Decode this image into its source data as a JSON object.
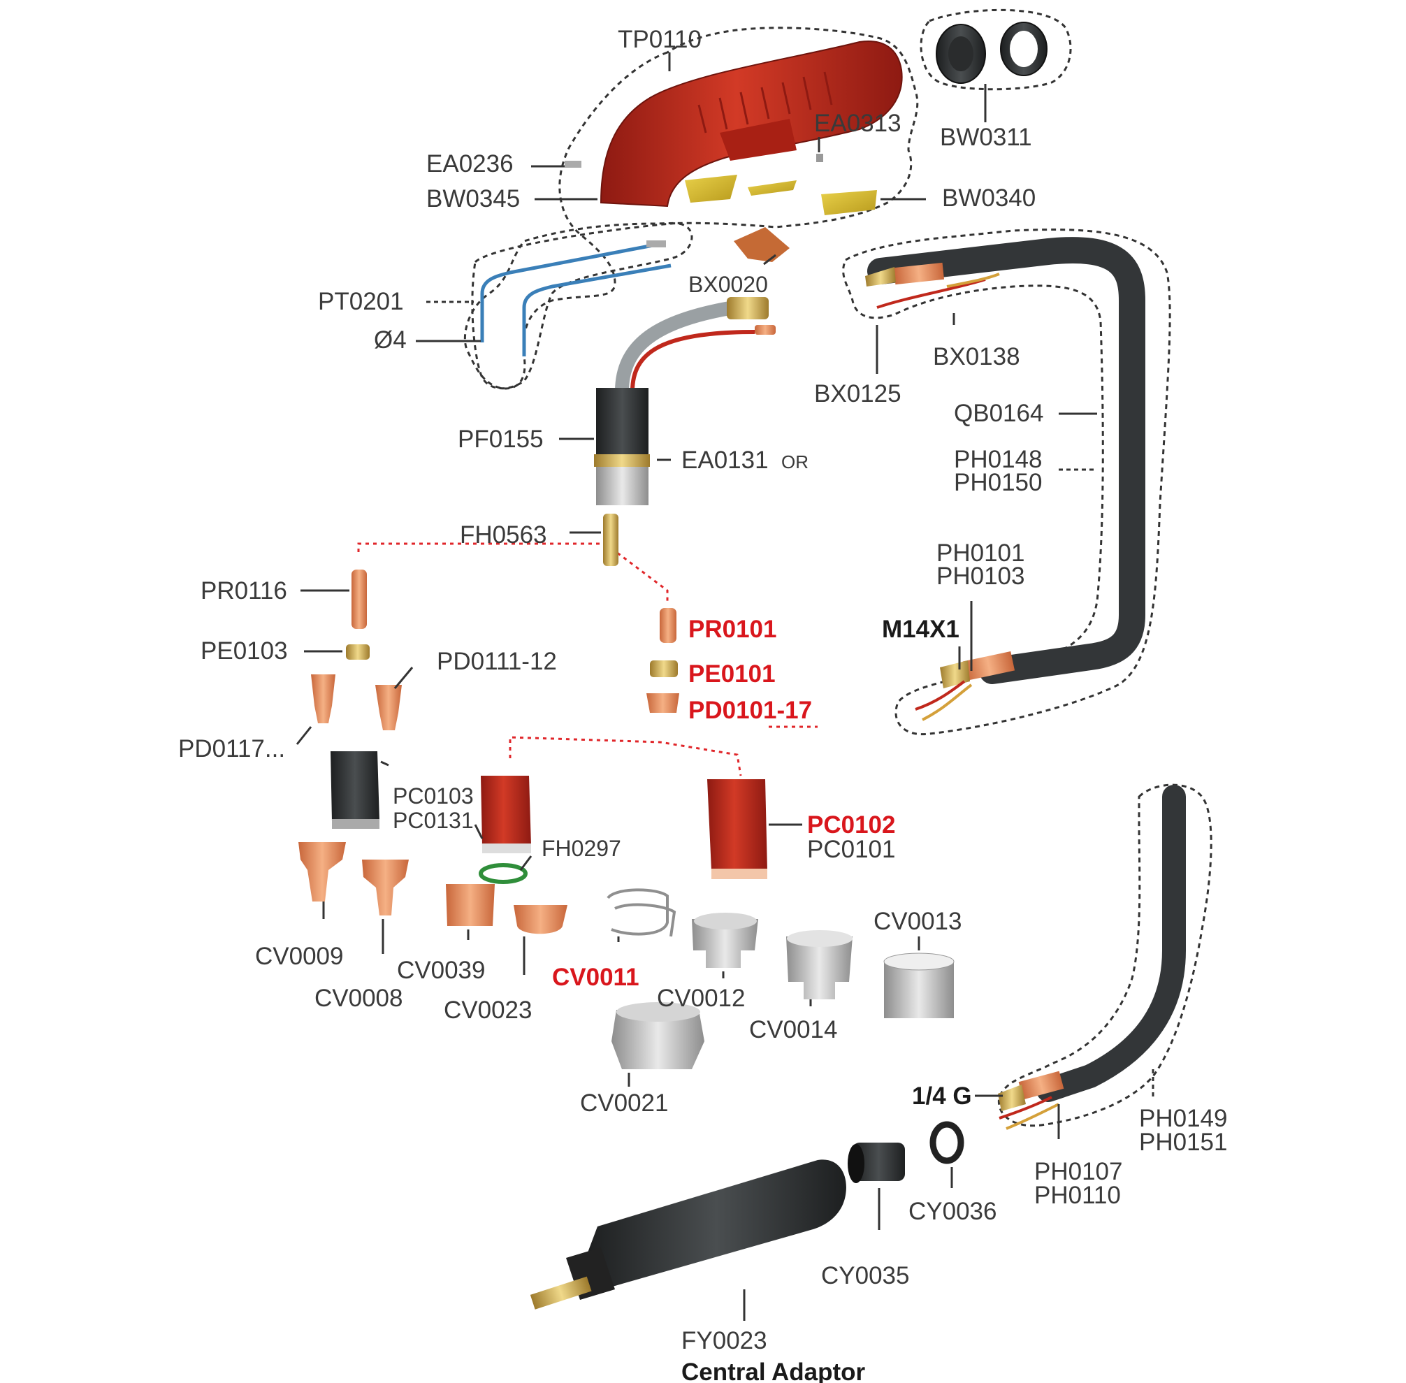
{
  "labels": {
    "tp0110": "TP0110",
    "bw0311": "BW0311",
    "ea0313": "EA0313",
    "ea0236": "EA0236",
    "bw0345": "BW0345",
    "bw0340": "BW0340",
    "pt0201": "PT0201",
    "dia4": "Ø4",
    "bx0020": "BX0020",
    "bx0125": "BX0125",
    "bx0138": "BX0138",
    "qb0164": "QB0164",
    "ph0148": "PH0148",
    "ph0150": "PH0150",
    "pf0155": "PF0155",
    "ea0131": "EA0131",
    "or": "OR",
    "fh0563": "FH0563",
    "pr0116": "PR0116",
    "pe0103": "PE0103",
    "pd0111_12": "PD0111-12",
    "pd0117": "PD0117...",
    "pr0101": "PR0101",
    "pe0101": "PE0101",
    "pd0101_17": "PD0101-17",
    "ph0101": "PH0101",
    "ph0103": "PH0103",
    "m14x1": "M14X1",
    "pc0103": "PC0103",
    "pc0131": "PC0131",
    "fh0297": "FH0297",
    "pc0102": "PC0102",
    "pc0101": "PC0101",
    "cv0013": "CV0013",
    "cv0009": "CV0009",
    "cv0008": "CV0008",
    "cv0039": "CV0039",
    "cv0023": "CV0023",
    "cv0011": "CV0011",
    "cv0012": "CV0012",
    "cv0014": "CV0014",
    "cv0021": "CV0021",
    "quarter_g": "1/4 G",
    "ph0149": "PH0149",
    "ph0151": "PH0151",
    "ph0107": "PH0107",
    "ph0110": "PH0110",
    "cy0036": "CY0036",
    "cy0035": "CY0035",
    "fy0023": "FY0023",
    "central_adaptor": "Central Adaptor"
  },
  "colors": {
    "highlight_red": "#d9161c",
    "label_gray": "#3a3a3a",
    "handle_red": "#c0281c",
    "copper": "#e8945e",
    "cable_black": "#3a3d3f",
    "brass": "#c9a548",
    "silver": "#c9c9c9"
  }
}
